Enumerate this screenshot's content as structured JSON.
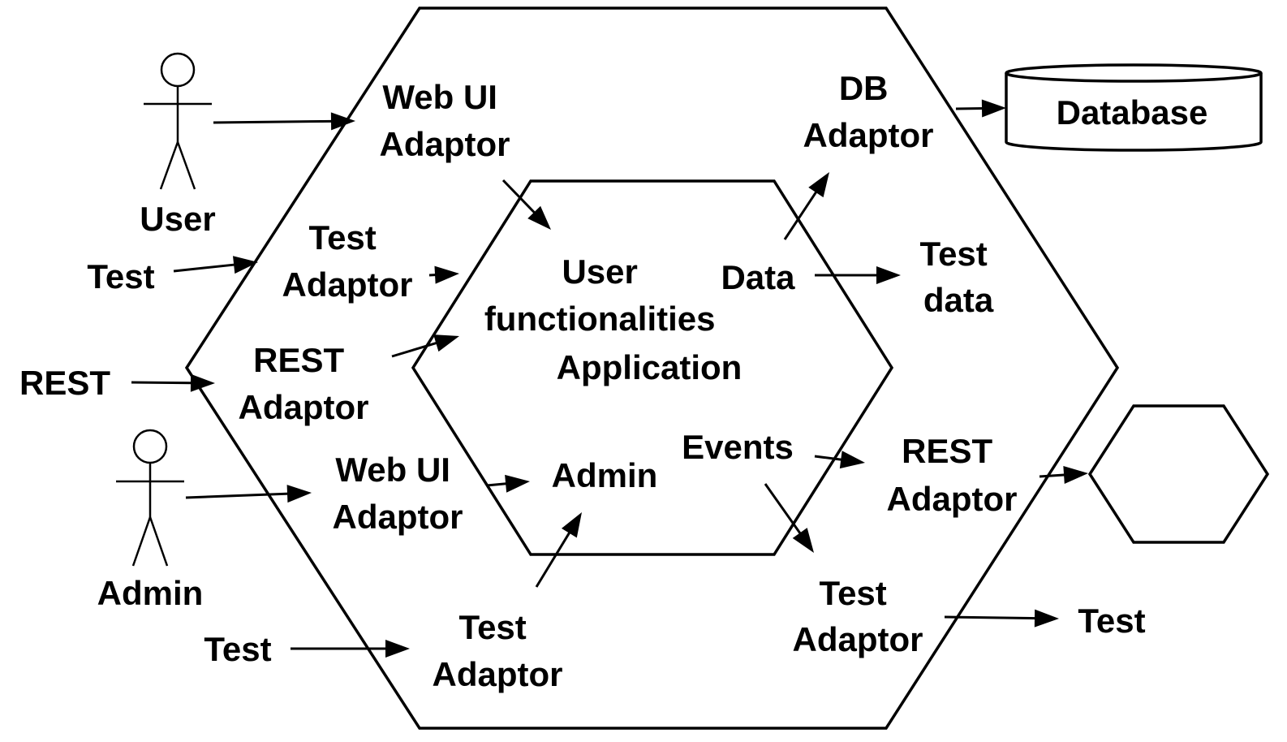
{
  "outer_hex": {
    "web_ui_adaptor_top": [
      "Web UI",
      "Adaptor"
    ],
    "test_adaptor_left": [
      "Test",
      "Adaptor"
    ],
    "rest_adaptor_left": [
      "REST",
      "Adaptor"
    ],
    "web_ui_adaptor_bottom": [
      "Web UI",
      "Adaptor"
    ],
    "test_adaptor_bottom": [
      "Test",
      "Adaptor"
    ],
    "db_adaptor": [
      "DB",
      "Adaptor"
    ],
    "test_data": [
      "Test",
      "data"
    ],
    "rest_adaptor_right": [
      "REST",
      "Adaptor"
    ],
    "test_adaptor_right": [
      "Test",
      "Adaptor"
    ]
  },
  "inner_hex": {
    "application": [
      "User",
      "functionalities",
      "Application"
    ],
    "data": "Data",
    "admin": "Admin",
    "events": "Events"
  },
  "actors": {
    "user": "User",
    "admin": "Admin"
  },
  "external": {
    "test_top_left": "Test",
    "rest_left": "REST",
    "test_bottom_left": "Test",
    "database": "Database",
    "test_right": "Test"
  }
}
